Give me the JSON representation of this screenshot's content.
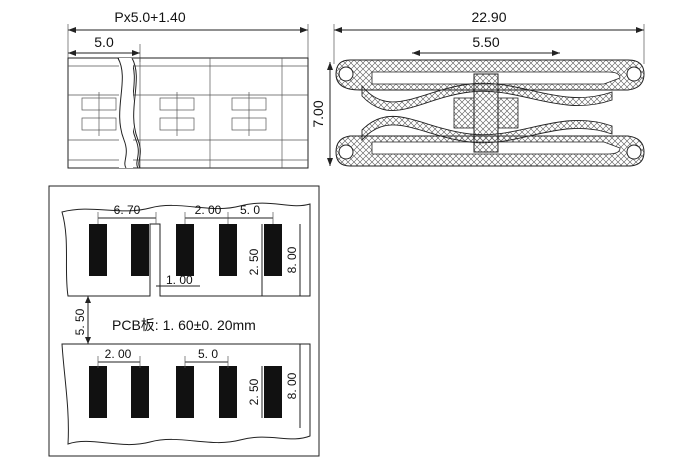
{
  "side_view": {
    "dims": {
      "overall": "Px5.0+1.40",
      "pitch": "5.0"
    }
  },
  "front_view": {
    "dims": {
      "width": "22.90",
      "inner": "5.50",
      "height": "7.00"
    }
  },
  "pcb_view": {
    "top_row": {
      "dims": {
        "edge_to_pad": "6. 70",
        "pad_spacing": "2. 00",
        "pitch": "5. 0",
        "pad_height": "2. 50",
        "board_height": "8. 00",
        "slot_width": "1. 00"
      }
    },
    "gap_label": "5. 50",
    "note": "PCB板: 1. 60±0. 20mm",
    "bottom_row": {
      "dims": {
        "pad_spacing": "2. 00",
        "pitch": "5. 0",
        "pad_height": "2. 50",
        "board_height": "8. 00"
      }
    }
  },
  "colors": {
    "ink": "#222222",
    "pad": "#111111",
    "hatch": "#555555"
  }
}
